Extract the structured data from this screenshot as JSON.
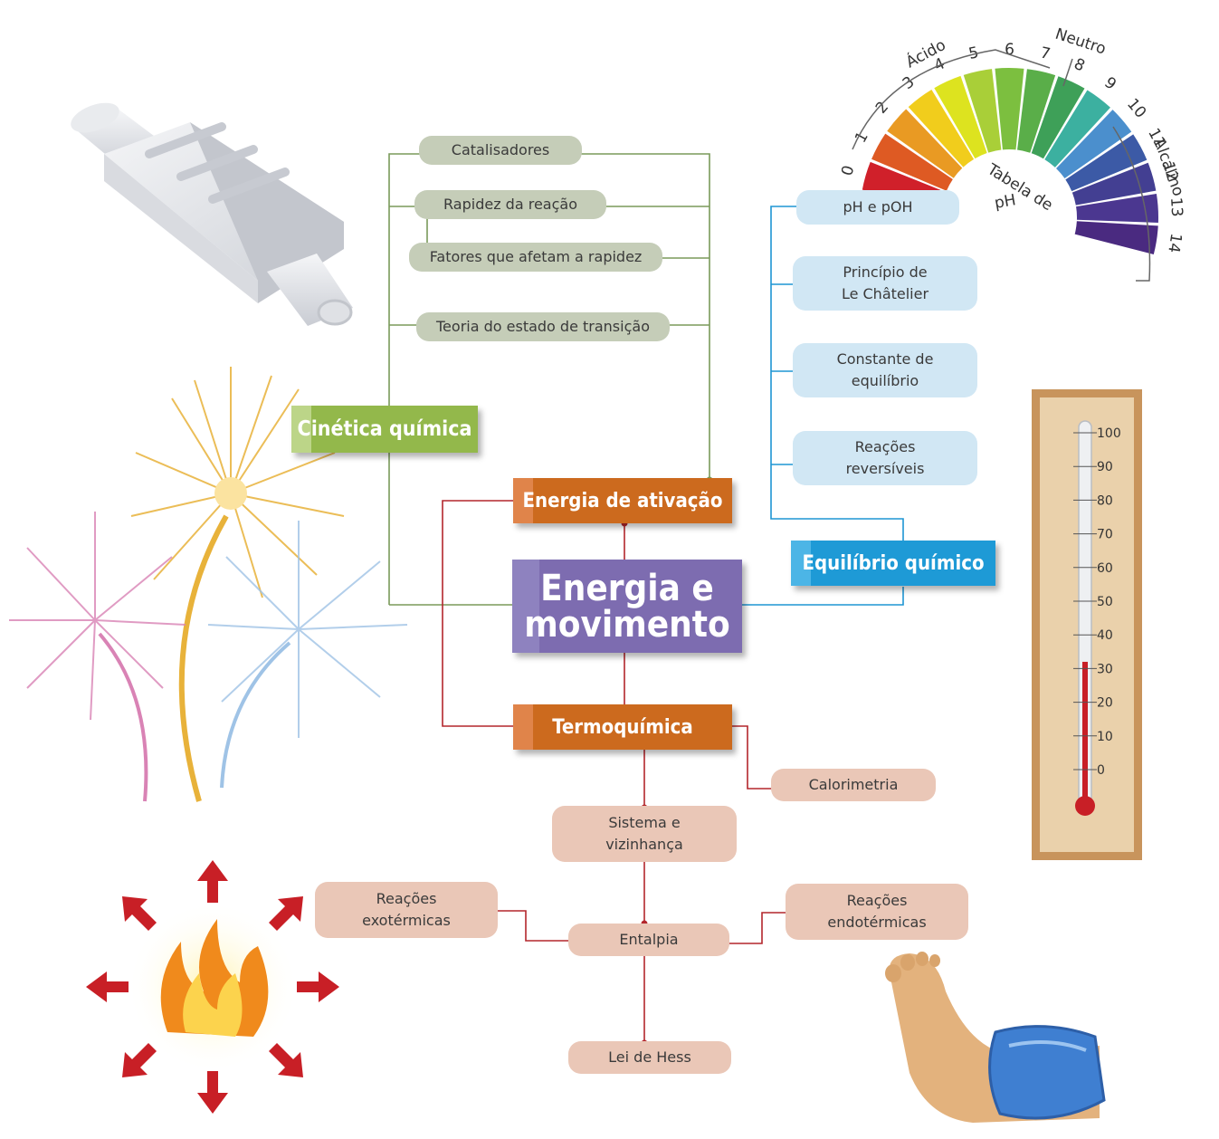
{
  "center": {
    "line1": "Energia e",
    "line2": "movimento"
  },
  "cinetica": {
    "title": "Cinética química",
    "items": {
      "catalisadores": "Catalisadores",
      "rapidez": "Rapidez da reação",
      "fatores": "Fatores que afetam a rapidez",
      "teoria": "Teoria do estado de transição"
    }
  },
  "energia_ativacao": {
    "title": "Energia de ativação"
  },
  "equilibrio": {
    "title": "Equilíbrio químico",
    "items": {
      "ph": "pH e pOH",
      "chatelier": {
        "line1": "Princípio de",
        "line2": "Le Châtelier"
      },
      "constante": {
        "line1": "Constante de",
        "line2": "equilíbrio"
      },
      "reversiveis": {
        "line1": "Reações",
        "line2": "reversíveis"
      }
    }
  },
  "termoquimica": {
    "title": "Termoquímica",
    "items": {
      "calorimetria": "Calorimetria",
      "sistema": {
        "line1": "Sistema e",
        "line2": "vizinhança"
      },
      "entalpia": "Entalpia",
      "exotermicas": {
        "line1": "Reações",
        "line2": "exotérmicas"
      },
      "endotermicas": {
        "line1": "Reações",
        "line2": "endotérmicas"
      },
      "hess": "Lei de Hess"
    }
  },
  "ph_scale": {
    "acido": "Ácido",
    "neutro": "Neutro",
    "alcalino": "Alcalino",
    "tabela": "Tabela de",
    "ph": "pH",
    "numbers": [
      "0",
      "1",
      "2",
      "3",
      "4",
      "5",
      "6",
      "7",
      "8",
      "9",
      "10",
      "11",
      "12",
      "13",
      "14"
    ],
    "colors": [
      "#d0202a",
      "#de5a23",
      "#e99a23",
      "#f1cd1c",
      "#dde31f",
      "#a9cf38",
      "#7cbf3f",
      "#5aae49",
      "#3ea058",
      "#3cb0a0",
      "#4b8fcd",
      "#3c5aa6",
      "#433f92",
      "#4b3790",
      "#4a2a80"
    ]
  },
  "thermometer": {
    "scale": [
      "100",
      "90",
      "80",
      "70",
      "60",
      "50",
      "40",
      "30",
      "20",
      "10",
      "0"
    ],
    "level_celsius": 32
  },
  "colors": {
    "green_line": "#7a9a5a",
    "blue_line": "#1e95d3",
    "red_line": "#b3262c",
    "cinetica_header": "#93b84b",
    "orange_header": "#cc6a1e",
    "equilibrio_header": "#1e9ad6",
    "center_box": "#7d6cb0"
  }
}
